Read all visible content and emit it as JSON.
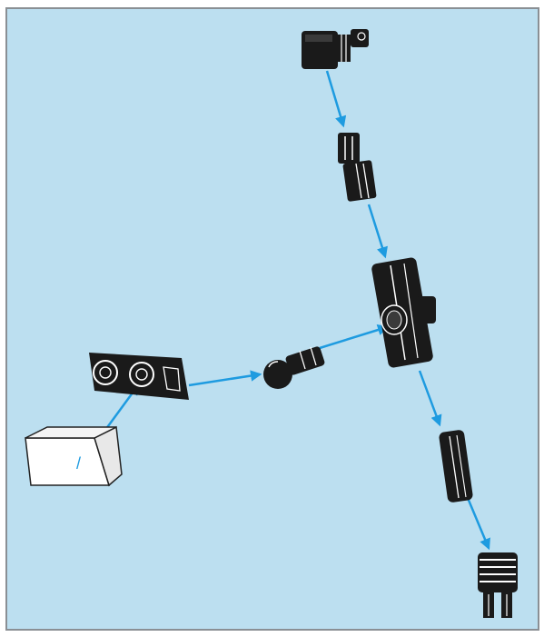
{
  "diagram": {
    "background_color": "#bcdff0",
    "border_color": "#8a8f94",
    "arrow_color": "#1e9be0",
    "part_color": "#1a1a1a",
    "highlight_color": "#ffffff",
    "parts": [
      {
        "name": "top-connector",
        "icon": "barrel-connector-icon"
      },
      {
        "name": "short-tube-connector",
        "icon": "tube-connector-icon"
      },
      {
        "name": "t-junction-connector",
        "icon": "t-junction-icon"
      },
      {
        "name": "long-tube",
        "icon": "long-tube-icon"
      },
      {
        "name": "spring-connector",
        "icon": "spring-connector-icon"
      },
      {
        "name": "ball-joint",
        "icon": "ball-joint-icon"
      },
      {
        "name": "double-socket-block",
        "icon": "double-socket-icon"
      },
      {
        "name": "white-prism-base",
        "icon": "prism-base-icon"
      }
    ],
    "base_mark": "/"
  }
}
